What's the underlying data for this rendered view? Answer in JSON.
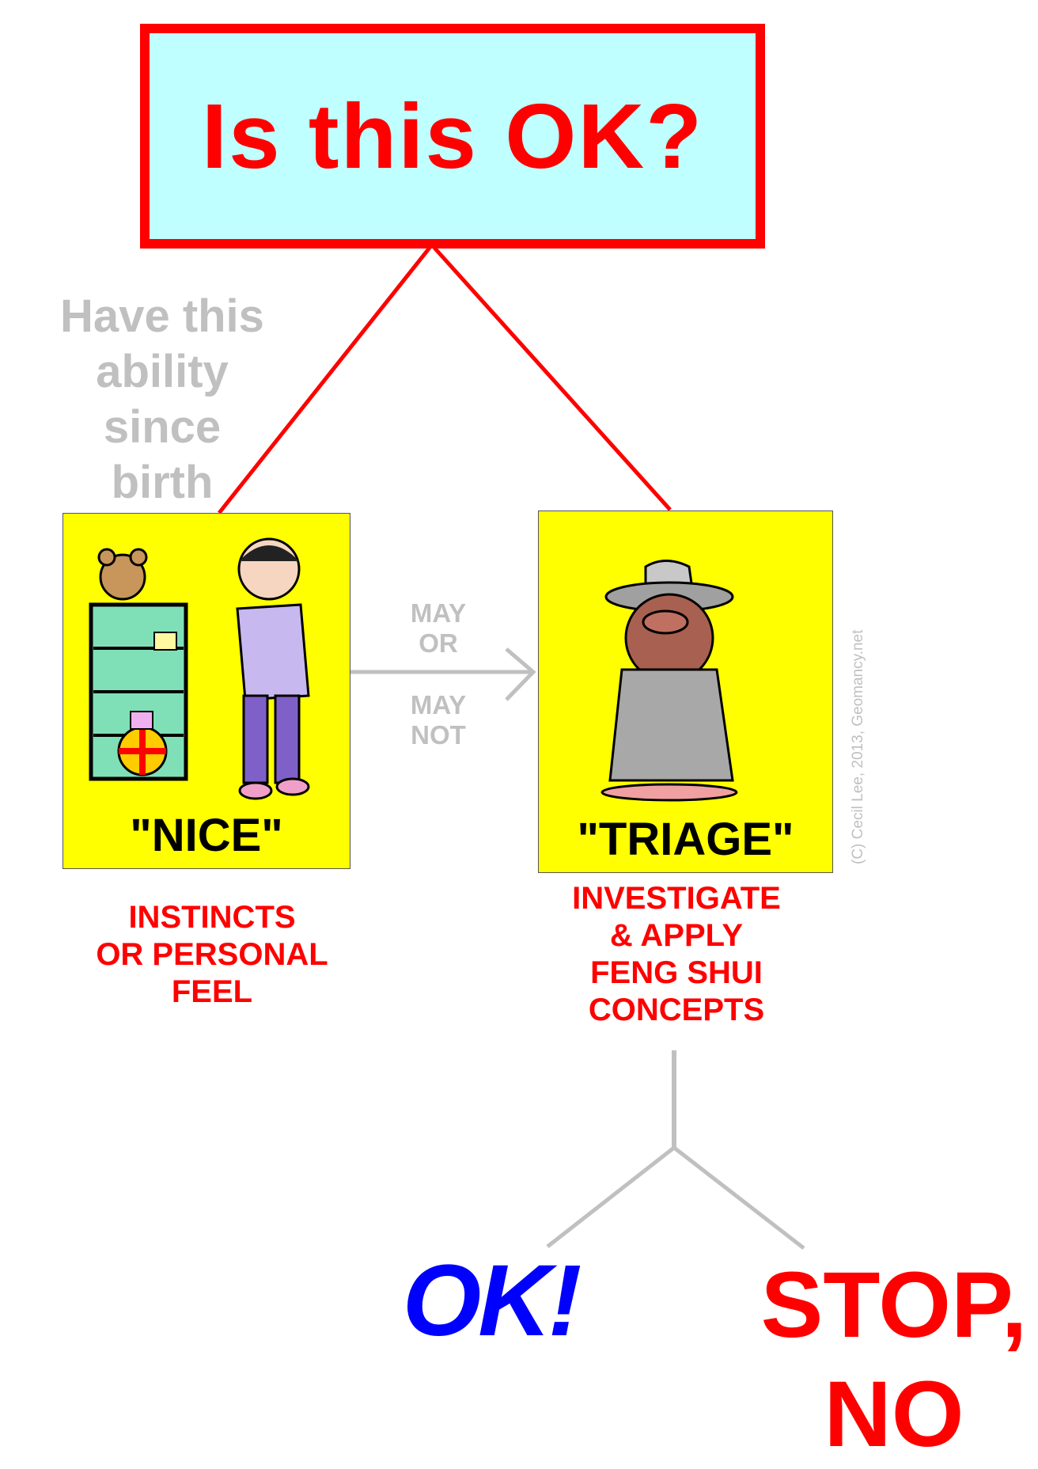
{
  "title": "Is this OK?",
  "ability_note": [
    "Have this",
    "ability",
    "since",
    "birth"
  ],
  "nice_panel": {
    "label": "\"NICE\"",
    "caption": [
      "INSTINCTS",
      "OR PERSONAL",
      "FEEL"
    ]
  },
  "triage_panel": {
    "label": "\"TRIAGE\"",
    "caption": [
      "INVESTIGATE",
      "& APPLY",
      "FENG SHUI",
      "CONCEPTS"
    ]
  },
  "arrow_note": [
    "MAY",
    "OR",
    "MAY",
    "NOT"
  ],
  "copyright": "(C) Cecil Lee, 2013, Geomancy.net",
  "outcome_ok": "OK!",
  "outcome_stop": [
    "STOP,",
    "NO"
  ],
  "colors": {
    "red": "#ff0000",
    "cyan": "#bfffff",
    "yellow": "#ffff00",
    "gray": "#c0c0c0",
    "blue": "#0000ff"
  }
}
